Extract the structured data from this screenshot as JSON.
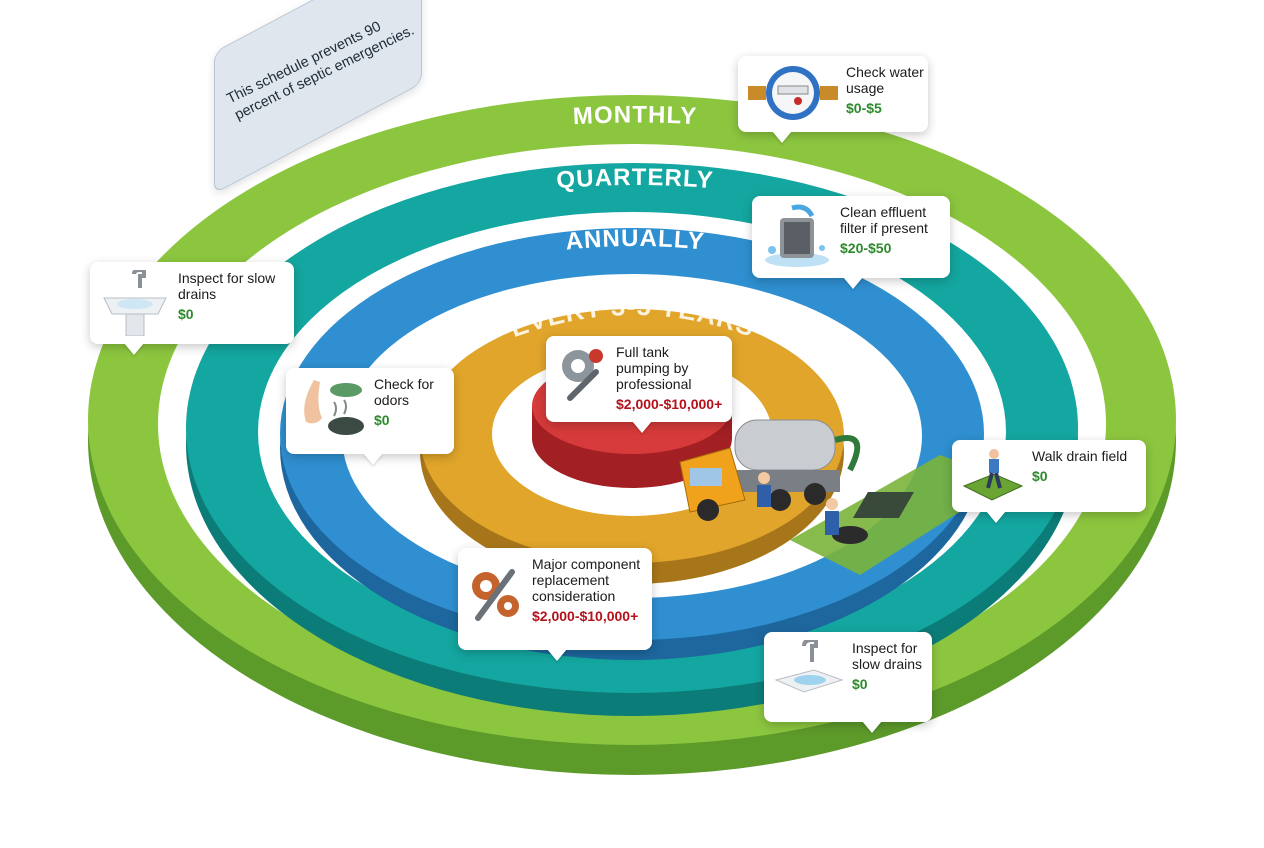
{
  "rings": [
    {
      "label": "MONTHLY",
      "color": "#8cc63f"
    },
    {
      "label": "QUARTERLY",
      "color": "#14a6a0"
    },
    {
      "label": "ANNUALLY",
      "color": "#2f8fd0"
    },
    {
      "label": "EVERY 3-5 YEARS",
      "color": "#e0a52a"
    }
  ],
  "center_color": "#d63a3a",
  "note": {
    "text": "This schedule prevents 90 percent of septic emergencies."
  },
  "tasks": [
    {
      "title": "Check water usage",
      "cost": "$0-$5",
      "icon": "water-meter-icon"
    },
    {
      "title": "Clean effluent filter if present",
      "cost": "$20-$50",
      "icon": "filter-icon"
    },
    {
      "title": "Inspect for slow drains",
      "cost": "$0",
      "icon": "sink-icon"
    },
    {
      "title": "Check for odors",
      "cost": "$0",
      "icon": "nose-icon"
    },
    {
      "title": "Full tank pumping by professional",
      "cost": "$2,000-$10,000+",
      "icon": "gear-wrench-icon"
    },
    {
      "title": "Walk drain field",
      "cost": "$0",
      "icon": "person-walking-icon"
    },
    {
      "title": "Major component replacement consideration",
      "cost": "$2,000-$10,000+",
      "icon": "gears-wrench-icon"
    },
    {
      "title": "Inspect for slow drains",
      "cost": "$0",
      "icon": "sink-icon"
    }
  ]
}
